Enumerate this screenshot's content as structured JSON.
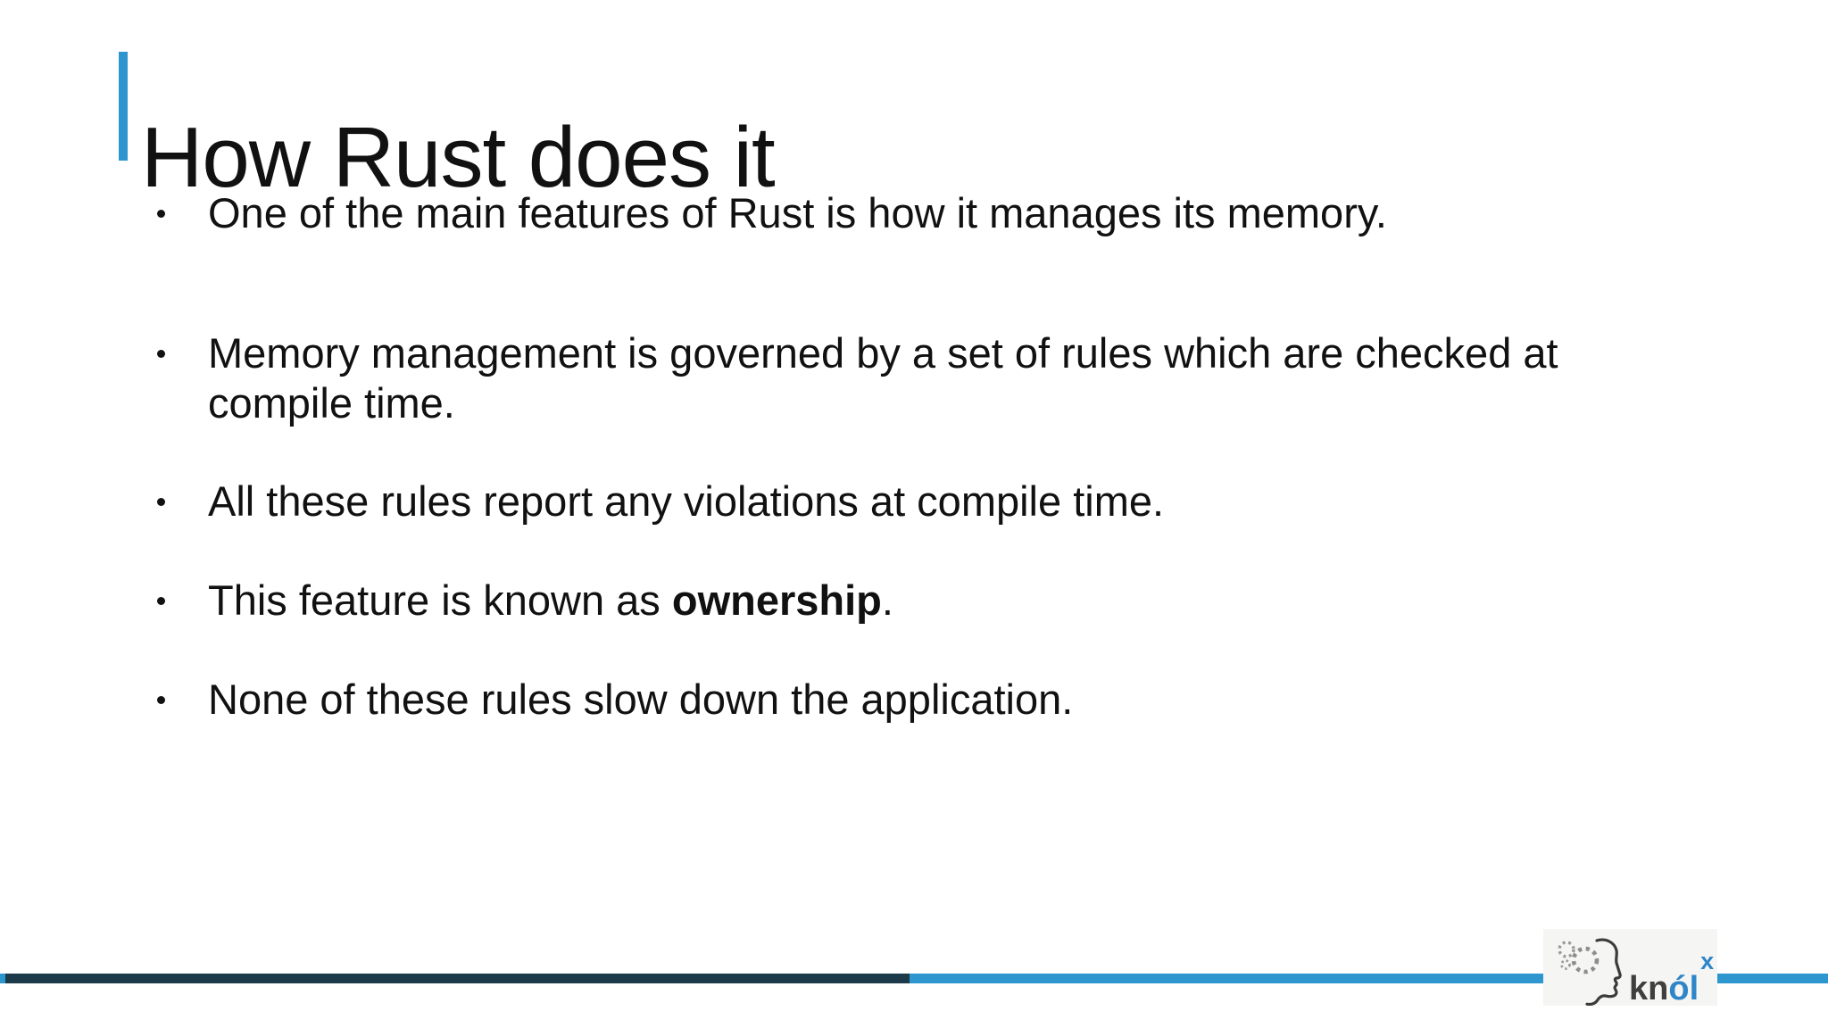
{
  "slide": {
    "title": "How Rust does it",
    "bullets": [
      {
        "text": "One of the main features of Rust is how it manages its memory."
      },
      {
        "text": "Memory management is governed by a set of rules which are checked at\ncompile time."
      },
      {
        "text": "All these rules report any violations at compile time."
      },
      {
        "prefix": "This feature is known as ",
        "bold": "ownership",
        "suffix": "."
      },
      {
        "text": "None of these rules slow down the application."
      }
    ]
  },
  "footer": {
    "logo": {
      "text_dark": "kn",
      "text_blue": "ól",
      "superscript": "x"
    }
  },
  "icons": {
    "bullet_marker": "filled-circle",
    "logo_head": "head-profile-with-gear-dots"
  },
  "colors": {
    "accent_blue": "#2E96CE",
    "line_dark": "#1C3A4A",
    "logo_blue": "#2E86C8",
    "logo_dark": "#3F3F3F",
    "logo_bg": "#F5F5F4",
    "text_color": "#111111"
  }
}
